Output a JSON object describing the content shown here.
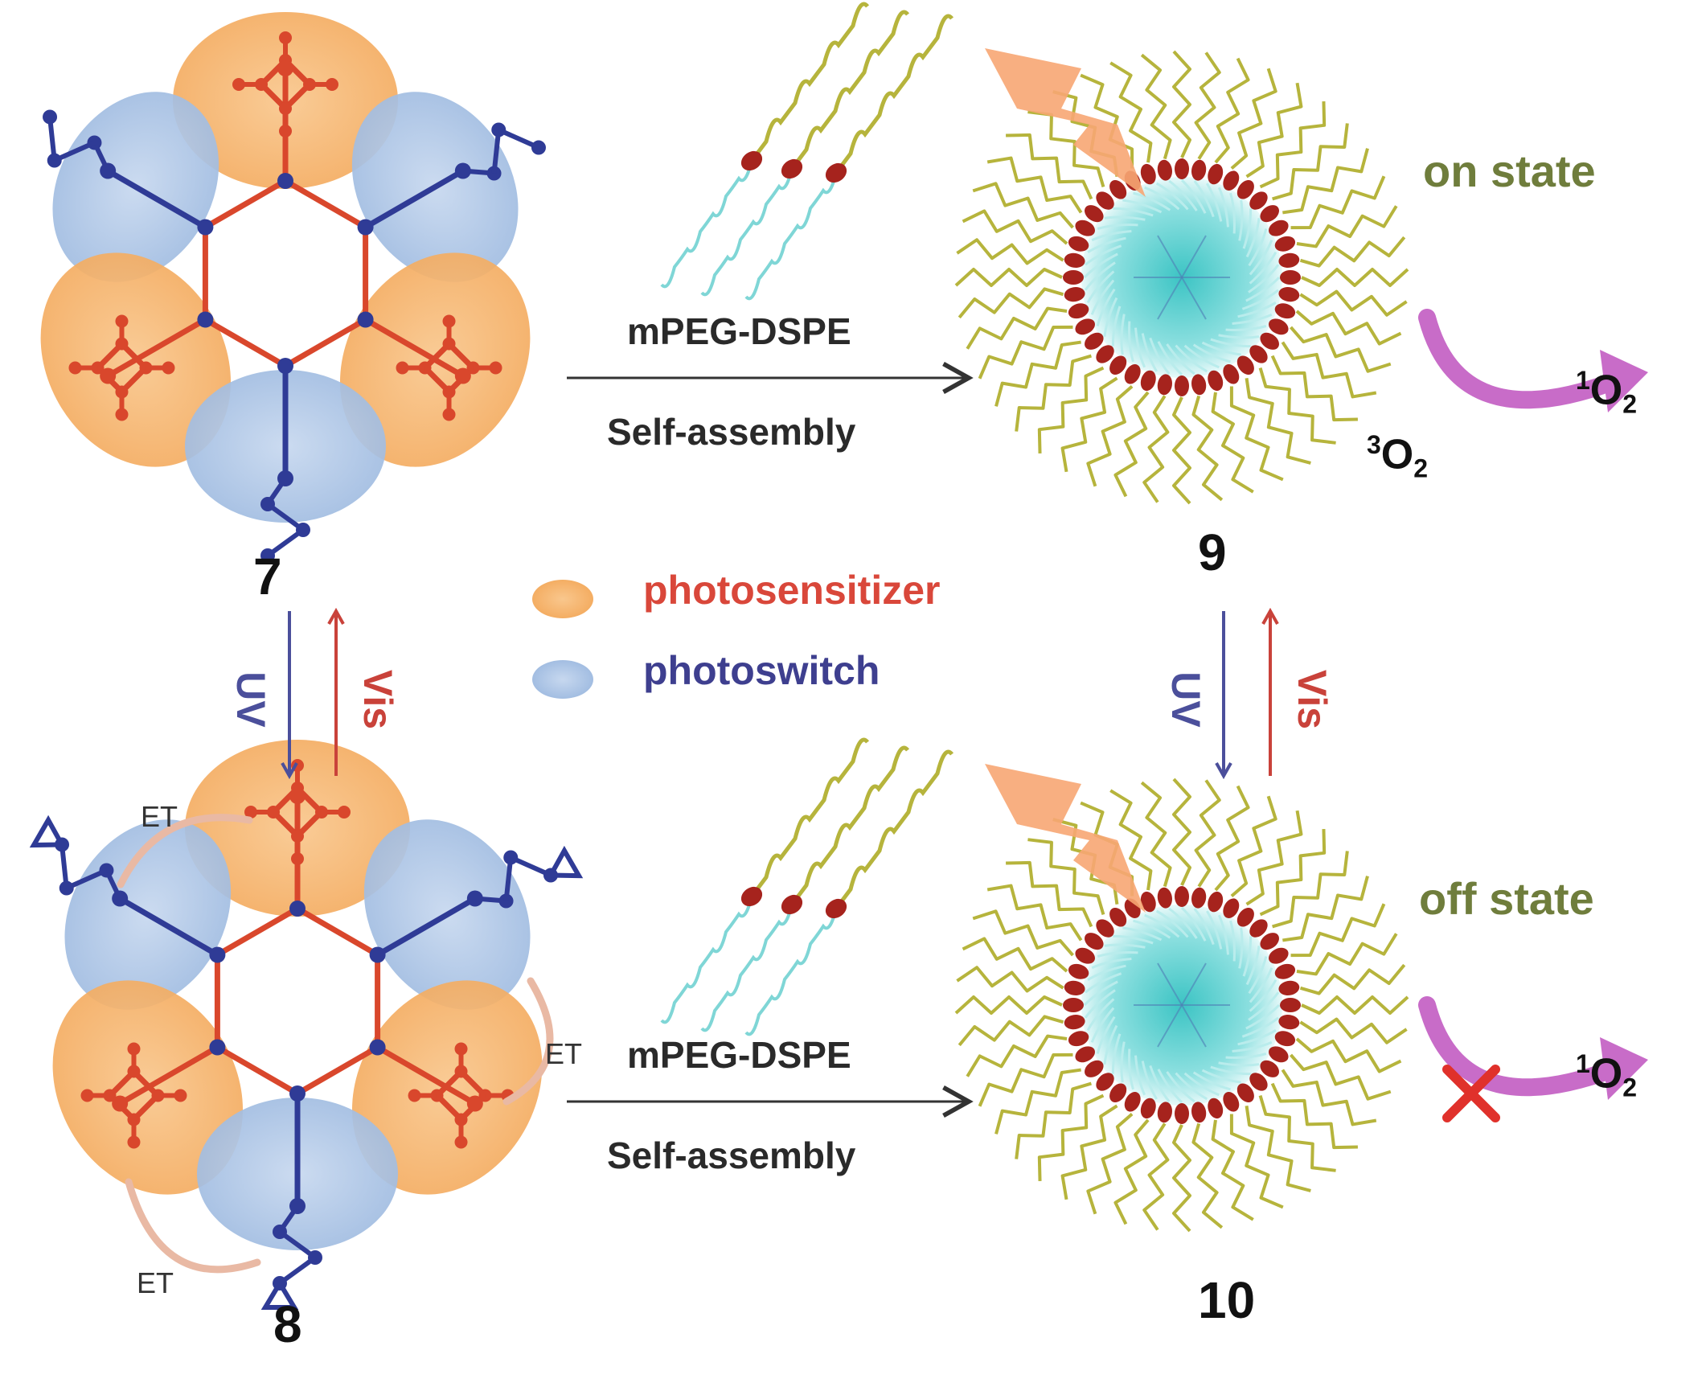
{
  "labels": {
    "compound_top_left": "7",
    "compound_bottom_left": "8",
    "compound_top_right": "9",
    "compound_bottom_right": "10",
    "reagent_top": "mPEG-DSPE",
    "process_top": "Self-assembly",
    "reagent_bottom": "mPEG-DSPE",
    "process_bottom": "Self-assembly",
    "on_state": "on state",
    "off_state": "off state",
    "uv_left": "UV",
    "vis_left": "Vis",
    "uv_right": "UV",
    "vis_right": "Vis",
    "et_top": "ET",
    "et_right": "ET",
    "et_bottom": "ET"
  },
  "oxygen": {
    "triplet_sup": "3",
    "triplet_base": "O",
    "triplet_sub": "2",
    "singlet_sup": "1",
    "singlet_base": "O",
    "singlet_sub": "2"
  },
  "legend": [
    {
      "label": "photosensitizer",
      "color": "#d9473a",
      "swatch": "#f6b56e"
    },
    {
      "label": "photoswitch",
      "color": "#3e3f8f",
      "swatch": "#a9c4e6"
    }
  ],
  "colors": {
    "photosensitizer_region": "#f6b56e",
    "photoswitch_region": "#a9c4e6",
    "photosensitizer_molecule": "#d9472c",
    "photoswitch_molecule": "#2f3b96",
    "peg_chain": "#b6b43c",
    "lipid_tail": "#7fd6d6",
    "head_group": "#a6231d",
    "core": "#36c2c2",
    "energy_arrow": "#c86cc8",
    "lightning": "#f7a673",
    "uv_arrow": "#4b4f9b",
    "vis_arrow": "#c9423a",
    "block_cross": "#e0312b"
  },
  "icons": [
    "lightning-icon",
    "cross-icon"
  ]
}
